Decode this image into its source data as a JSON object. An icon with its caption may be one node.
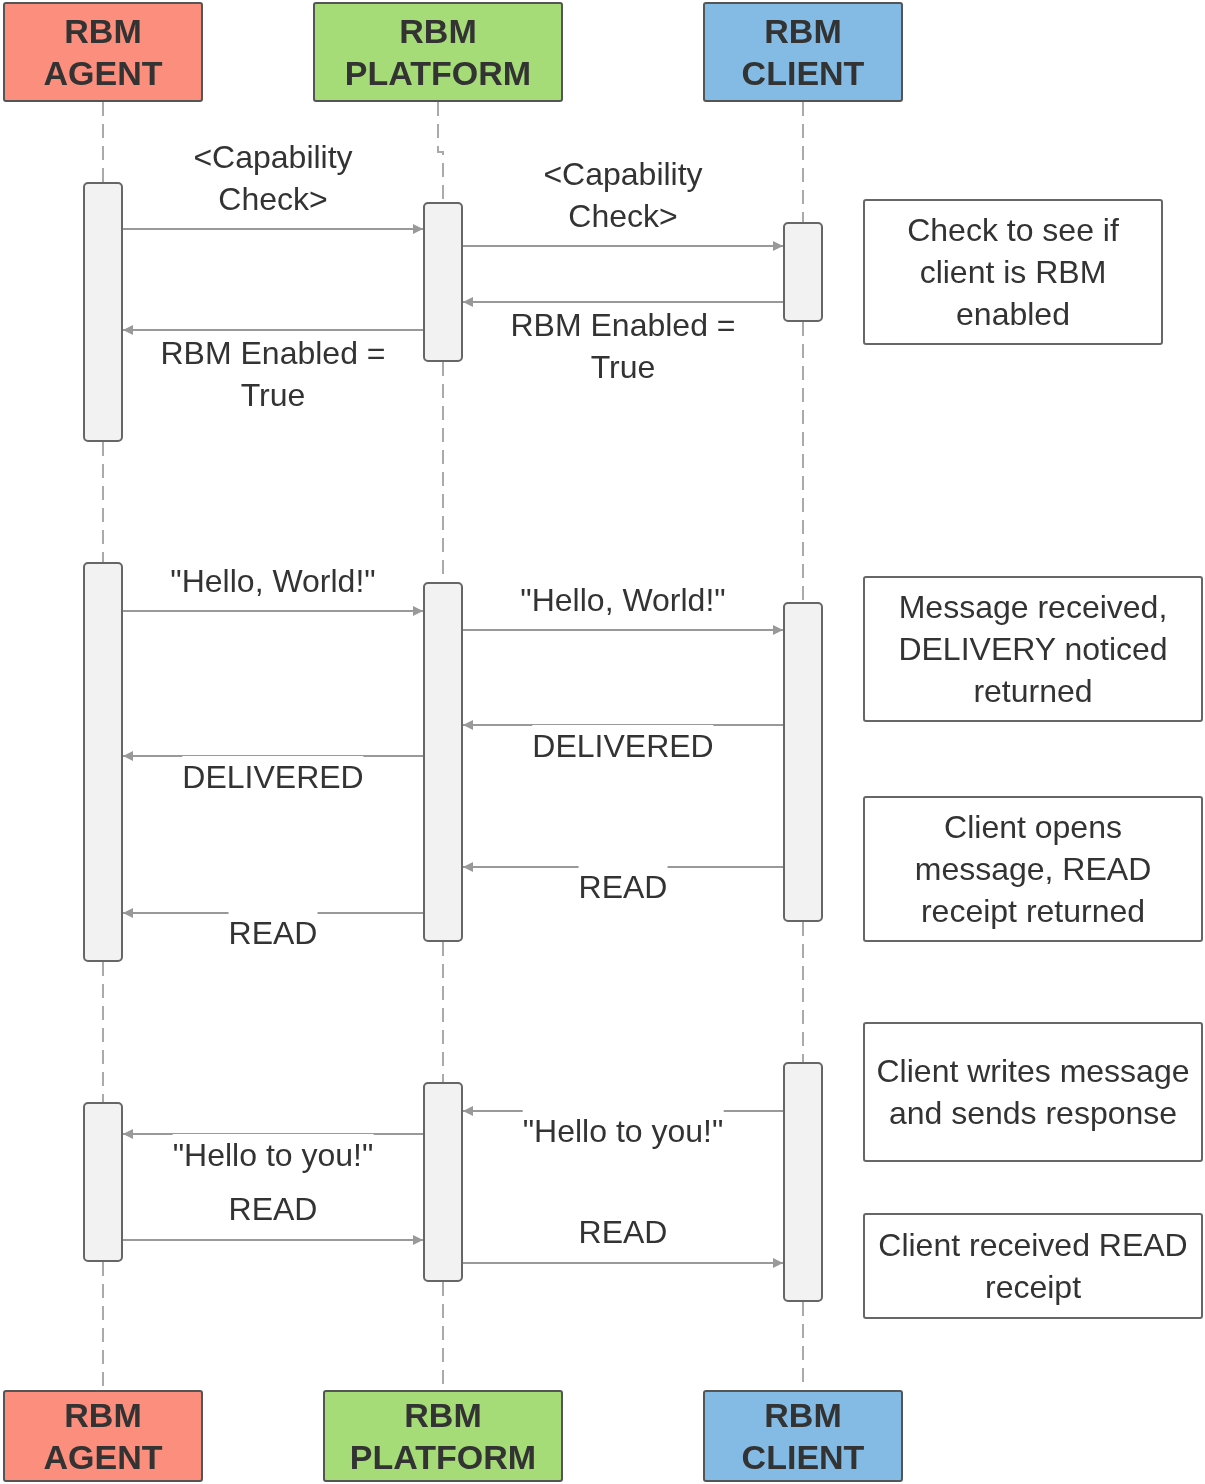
{
  "diagram": {
    "nodes": [
      {
        "text": [
          "RBM AGENT"
        ]
      },
      {
        "text": [
          "RBM PLATFORM"
        ]
      },
      {
        "text": [
          "RBM CLIENT"
        ]
      },
      {
        "text": [],
        "shape": "bar"
      },
      {
        "text": [],
        "shape": "bar"
      },
      {
        "text": [],
        "shape": "bar"
      },
      {
        "text": [],
        "shape": "bar"
      },
      {
        "text": [],
        "shape": "bar"
      },
      {
        "text": [],
        "shape": "bar"
      },
      {
        "text": [],
        "shape": "bar"
      },
      {
        "text": [],
        "shape": "bar"
      },
      {
        "text": [],
        "shape": "bar"
      },
      {
        "text": [
          "Check to see if client is RBM enabled"
        ]
      },
      {
        "text": [
          "Message received, DELIVERY noticed returned"
        ]
      },
      {
        "text": [
          "Client opens message, READ receipt returned"
        ]
      },
      {
        "text": [
          "Client writes message and sends response"
        ]
      },
      {
        "text": [
          "Client received READ receipt"
        ]
      },
      {
        "text": [
          "RBM AGENT"
        ]
      },
      {
        "text": [
          "RBM PLATFORM"
        ]
      },
      {
        "text": [
          "RBM CLIENT"
        ]
      }
    ],
    "edges": [
      {
        "from": 3,
        "to": 4,
        "arrow": "to",
        "label": "<Capability Check>"
      },
      {
        "from": 4,
        "to": 5,
        "arrow": "to",
        "label": "<Capability Check>"
      },
      {
        "from": 5,
        "to": 4,
        "arrow": "to",
        "label": "RBM Enabled = True"
      },
      {
        "from": 4,
        "to": 3,
        "arrow": "to",
        "label": "RBM Enabled = True"
      },
      {
        "from": 6,
        "to": 7,
        "arrow": "to",
        "label": "\"Hello, World!\""
      },
      {
        "from": 7,
        "to": 8,
        "arrow": "to",
        "label": "\"Hello, World!\""
      },
      {
        "from": 8,
        "to": 7,
        "arrow": "to",
        "label": "DELIVERED"
      },
      {
        "from": 7,
        "to": 6,
        "arrow": "to",
        "label": "DELIVERED"
      },
      {
        "from": 8,
        "to": 7,
        "arrow": "to",
        "label": "READ"
      },
      {
        "from": 7,
        "to": 6,
        "arrow": "to",
        "label": "READ"
      },
      {
        "from": 11,
        "to": 10,
        "arrow": "to",
        "label": "\"Hello to you!\""
      },
      {
        "from": 10,
        "to": 9,
        "arrow": "to",
        "label": "\"Hello to you!\""
      },
      {
        "from": 9,
        "to": 10,
        "arrow": "to",
        "label": "READ"
      },
      {
        "from": 10,
        "to": 11,
        "arrow": "to",
        "label": "READ"
      },
      {
        "from": 0,
        "to": 3,
        "arrow": "none",
        "style": "dashed"
      },
      {
        "from": 3,
        "to": 6,
        "arrow": "none",
        "style": "dashed"
      },
      {
        "from": 6,
        "to": 9,
        "arrow": "none",
        "style": "dashed"
      },
      {
        "from": 9,
        "to": 17,
        "arrow": "none",
        "style": "dashed"
      },
      {
        "from": 1,
        "to": 4,
        "arrow": "none",
        "style": "dashed"
      },
      {
        "from": 4,
        "to": 7,
        "arrow": "none",
        "style": "dashed"
      },
      {
        "from": 7,
        "to": 10,
        "arrow": "none",
        "style": "dashed"
      },
      {
        "from": 10,
        "to": 18,
        "arrow": "none",
        "style": "dashed"
      },
      {
        "from": 2,
        "to": 5,
        "arrow": "none",
        "style": "dashed"
      },
      {
        "from": 5,
        "to": 8,
        "arrow": "none",
        "style": "dashed"
      },
      {
        "from": 8,
        "to": 11,
        "arrow": "none",
        "style": "dashed"
      },
      {
        "from": 11,
        "to": 19,
        "arrow": "none",
        "style": "dashed"
      }
    ]
  }
}
